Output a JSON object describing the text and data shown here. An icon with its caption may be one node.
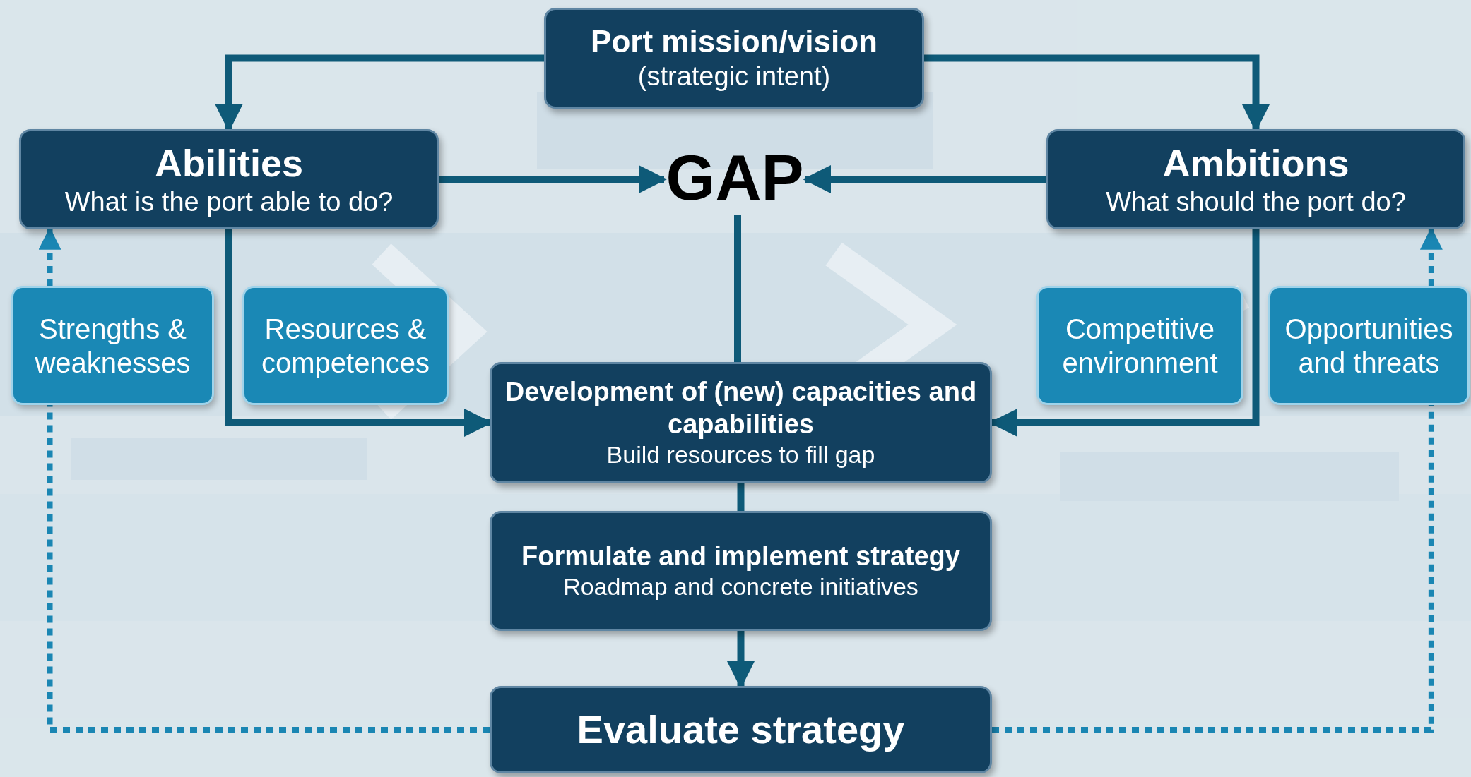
{
  "diagram": {
    "nodes": [
      {
        "text": [
          "Port mission/vision",
          "(strategic intent)"
        ]
      },
      {
        "text": [
          "Abilities",
          "What is the port able to do?"
        ]
      },
      {
        "text": [
          "GAP"
        ]
      },
      {
        "text": [
          "Ambitions",
          "What should the port do?"
        ]
      },
      {
        "text": [
          "Strengths & weaknesses"
        ]
      },
      {
        "text": [
          "Resources & competences"
        ]
      },
      {
        "text": [
          "Competitive environment"
        ]
      },
      {
        "text": [
          "Opportunities and threats"
        ]
      },
      {
        "text": [
          "Development of (new) capacities and capabilities",
          "Build resources to fill gap"
        ]
      },
      {
        "text": [
          "Formulate and implement strategy",
          "Roadmap and concrete initiatives"
        ]
      },
      {
        "text": [
          "Evaluate strategy"
        ]
      }
    ],
    "edges": [
      {
        "from": 0,
        "to": 1,
        "arrow": "to"
      },
      {
        "from": 0,
        "to": 3,
        "arrow": "to"
      },
      {
        "from": 1,
        "to": 2,
        "arrow": "to"
      },
      {
        "from": 3,
        "to": 2,
        "arrow": "to"
      },
      {
        "from": 2,
        "to": 8,
        "arrow": "none"
      },
      {
        "from": 1,
        "to": 8,
        "arrow": "to"
      },
      {
        "from": 3,
        "to": 8,
        "arrow": "to"
      },
      {
        "from": 8,
        "to": 9,
        "arrow": "none"
      },
      {
        "from": 9,
        "to": 10,
        "arrow": "to"
      },
      {
        "from": 10,
        "to": 4,
        "arrow": "none",
        "style": "dashed",
        "color": "#1a86b3"
      },
      {
        "from": 4,
        "to": 1,
        "arrow": "to",
        "style": "dashed",
        "color": "#1a86b3"
      },
      {
        "from": 10,
        "to": 7,
        "arrow": "none",
        "style": "dashed",
        "color": "#1a86b3"
      },
      {
        "from": 7,
        "to": 3,
        "arrow": "to",
        "style": "dashed",
        "color": "#1a86b3"
      }
    ]
  }
}
